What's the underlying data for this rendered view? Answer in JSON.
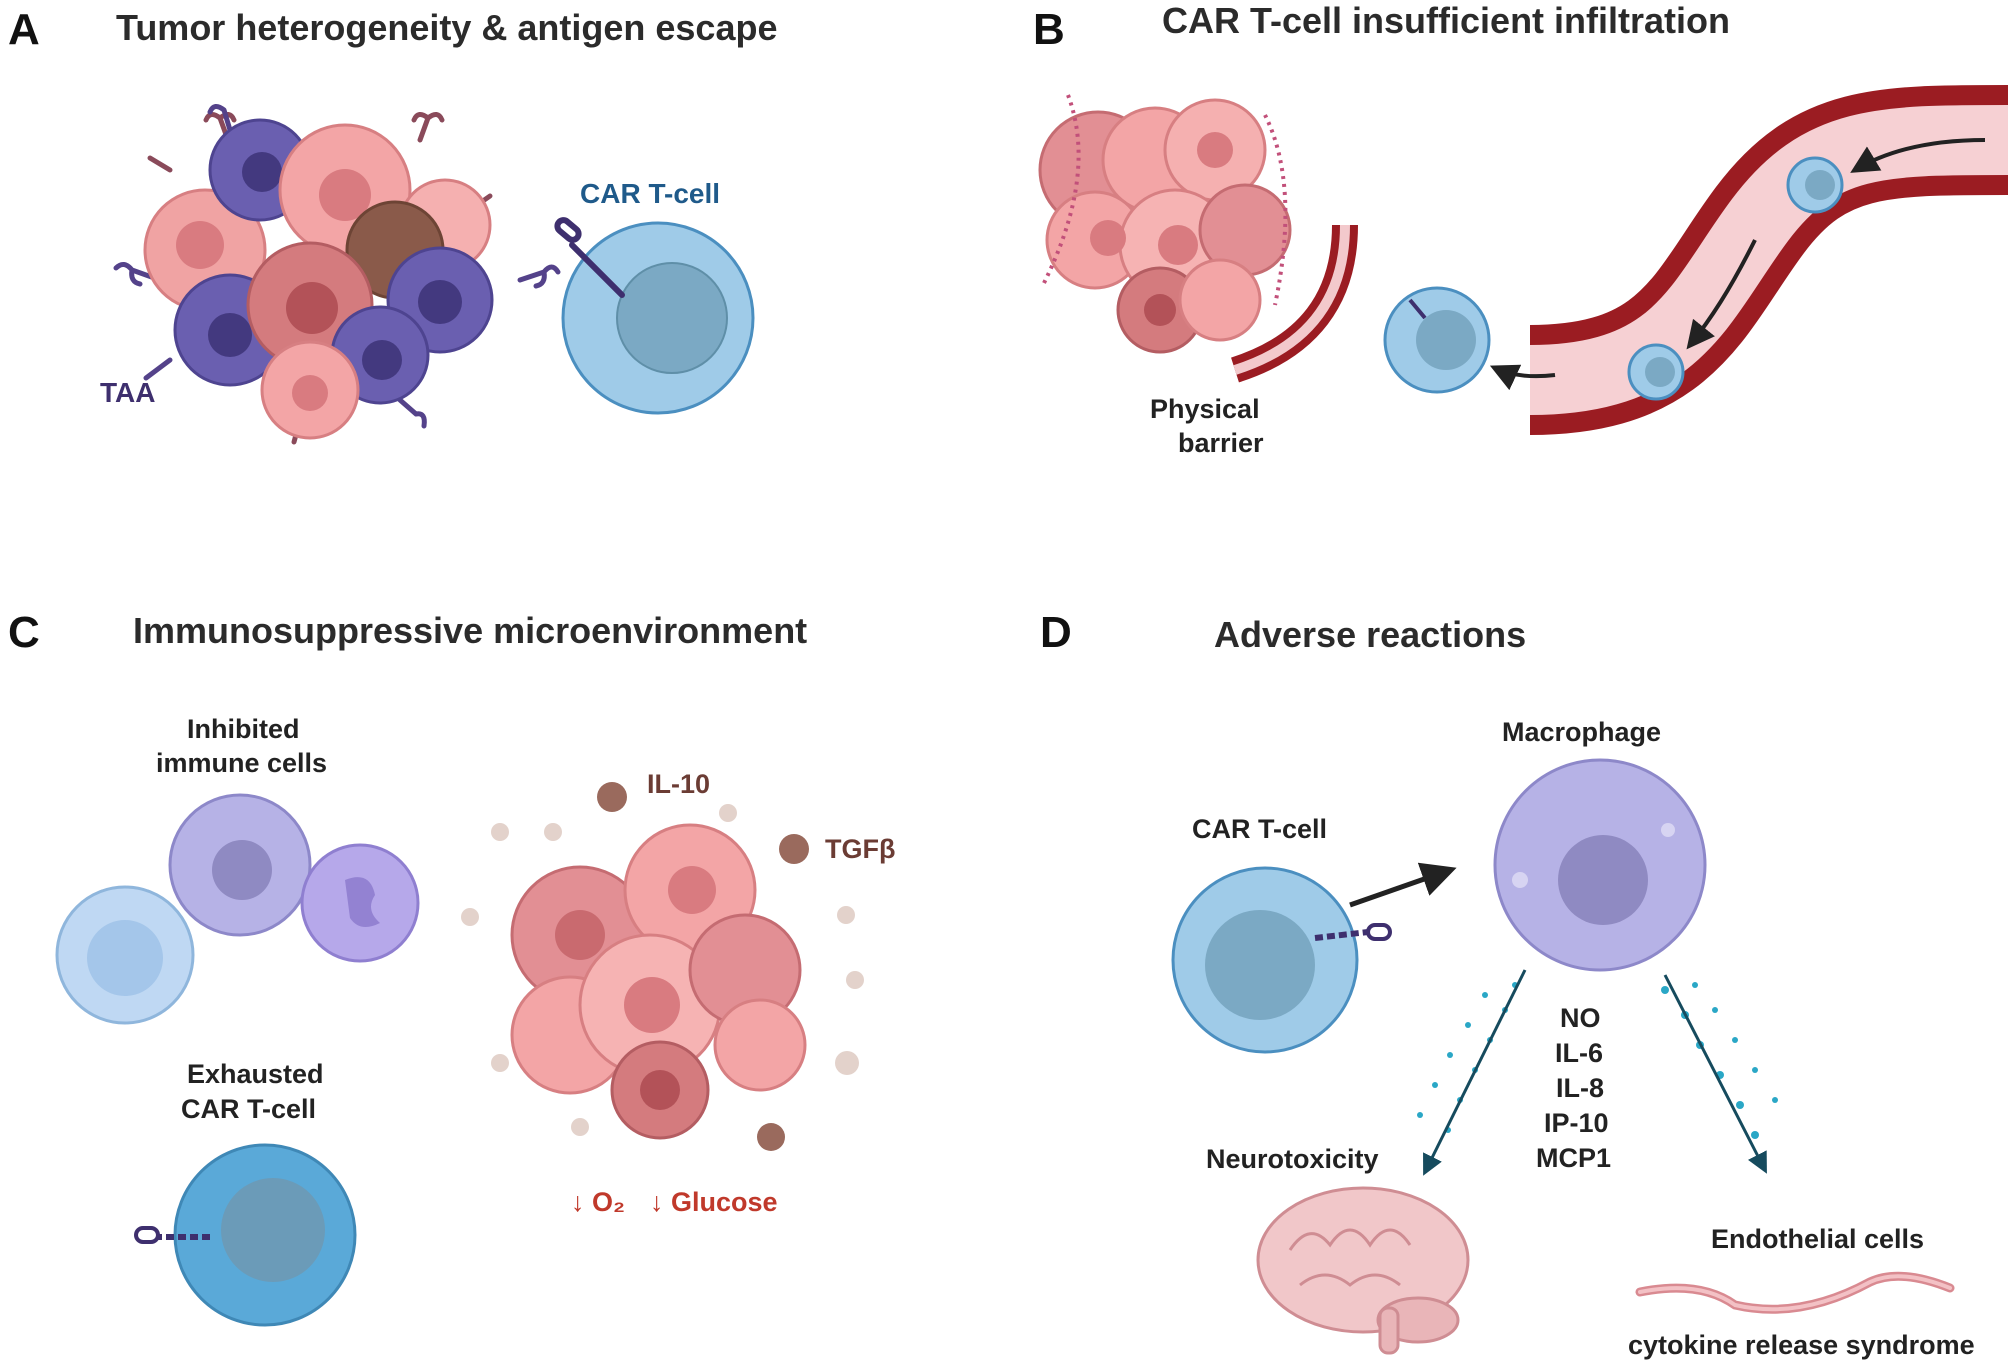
{
  "panels": {
    "a": {
      "letter": "A",
      "title": "Tumor heterogeneity & antigen escape",
      "car_label": "CAR T-cell",
      "taa_label": "TAA"
    },
    "b": {
      "letter": "B",
      "title": "CAR T-cell insufficient infiltration",
      "barrier_line1": "Physical",
      "barrier_line2": "barrier"
    },
    "c": {
      "letter": "C",
      "title": "Immunosuppressive microenvironment",
      "inhibited_line1": "Inhibited",
      "inhibited_line2": "immune cells",
      "exhausted_line1": "Exhausted",
      "exhausted_line2": "CAR T-cell",
      "il10": "IL-10",
      "tgfb": "TGFβ",
      "o2": "↓ O₂",
      "glucose": "↓ Glucose"
    },
    "d": {
      "letter": "D",
      "title": "Adverse reactions",
      "car_label": "CAR T-cell",
      "macrophage": "Macrophage",
      "cytokines": [
        "NO",
        "IL-6",
        "IL-8",
        "IP-10",
        "MCP1"
      ],
      "neurotoxicity": "Neurotoxicity",
      "endothelial": "Endothelial cells",
      "crs": "cytokine release syndrome"
    }
  },
  "colors": {
    "tumor_pink": "#f2a3a3",
    "tumor_dark": "#c96a6a",
    "tumor_purple": "#6a5fb0",
    "tcell_outer": "#9fcbe8",
    "tcell_inner": "#7ba9c4",
    "vessel": "#9b1c22",
    "macrophage": "#b6b2e6",
    "cytokine_dot": "#2aa7c6",
    "warning_red": "#c0392b"
  }
}
